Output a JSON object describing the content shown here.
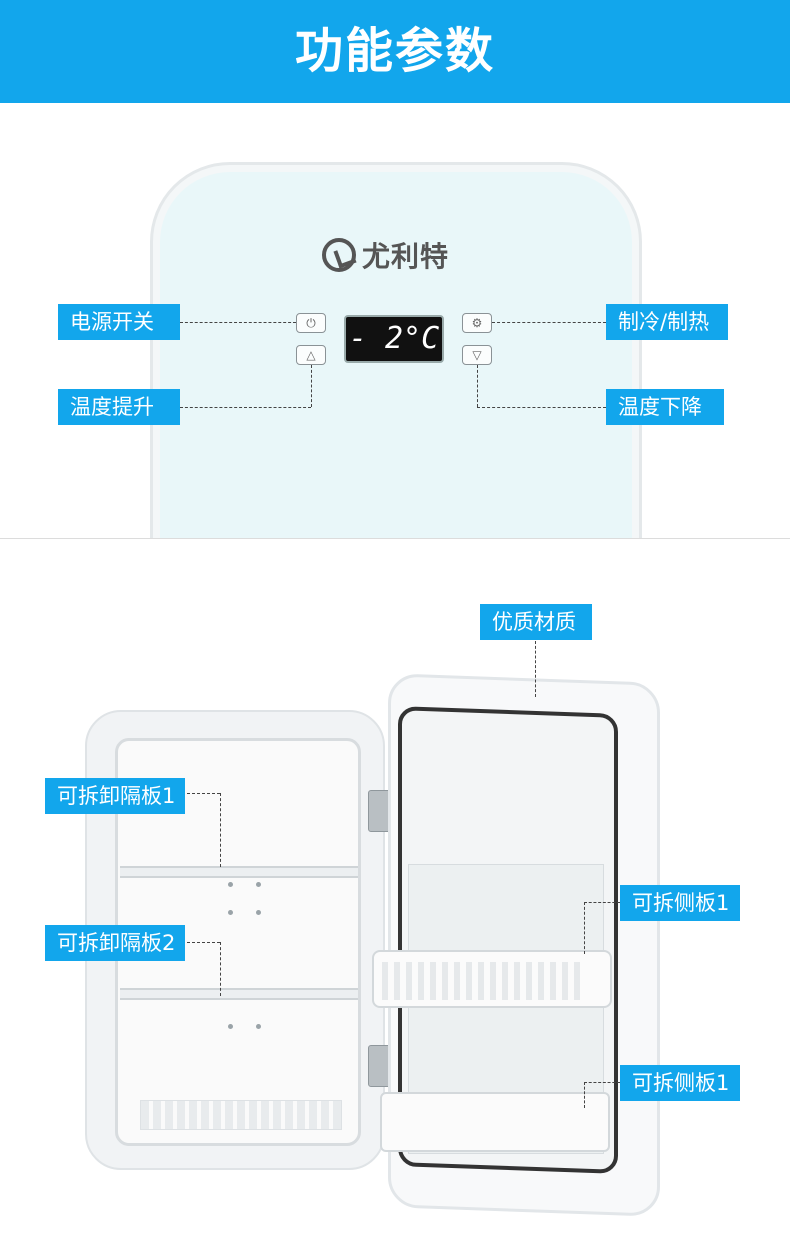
{
  "header": {
    "title": "功能参数"
  },
  "logo": {
    "text": "尤利特"
  },
  "display": {
    "text": "- 2°C"
  },
  "buttons": {
    "power_symbol": "⏻",
    "up_symbol": "△",
    "mode_symbol": "⚙",
    "down_symbol": "▽"
  },
  "labels": {
    "power": "电源开关",
    "temp_up": "温度提升",
    "cool_heat": "制冷/制热",
    "temp_down": "温度下降",
    "material": "优质材质",
    "shelf1": "可拆卸隔板1",
    "shelf2": "可拆卸隔板2",
    "side_panel_a": "可拆侧板1",
    "side_panel_b": "可拆侧板1"
  },
  "colors": {
    "accent": "#12a6ec"
  }
}
